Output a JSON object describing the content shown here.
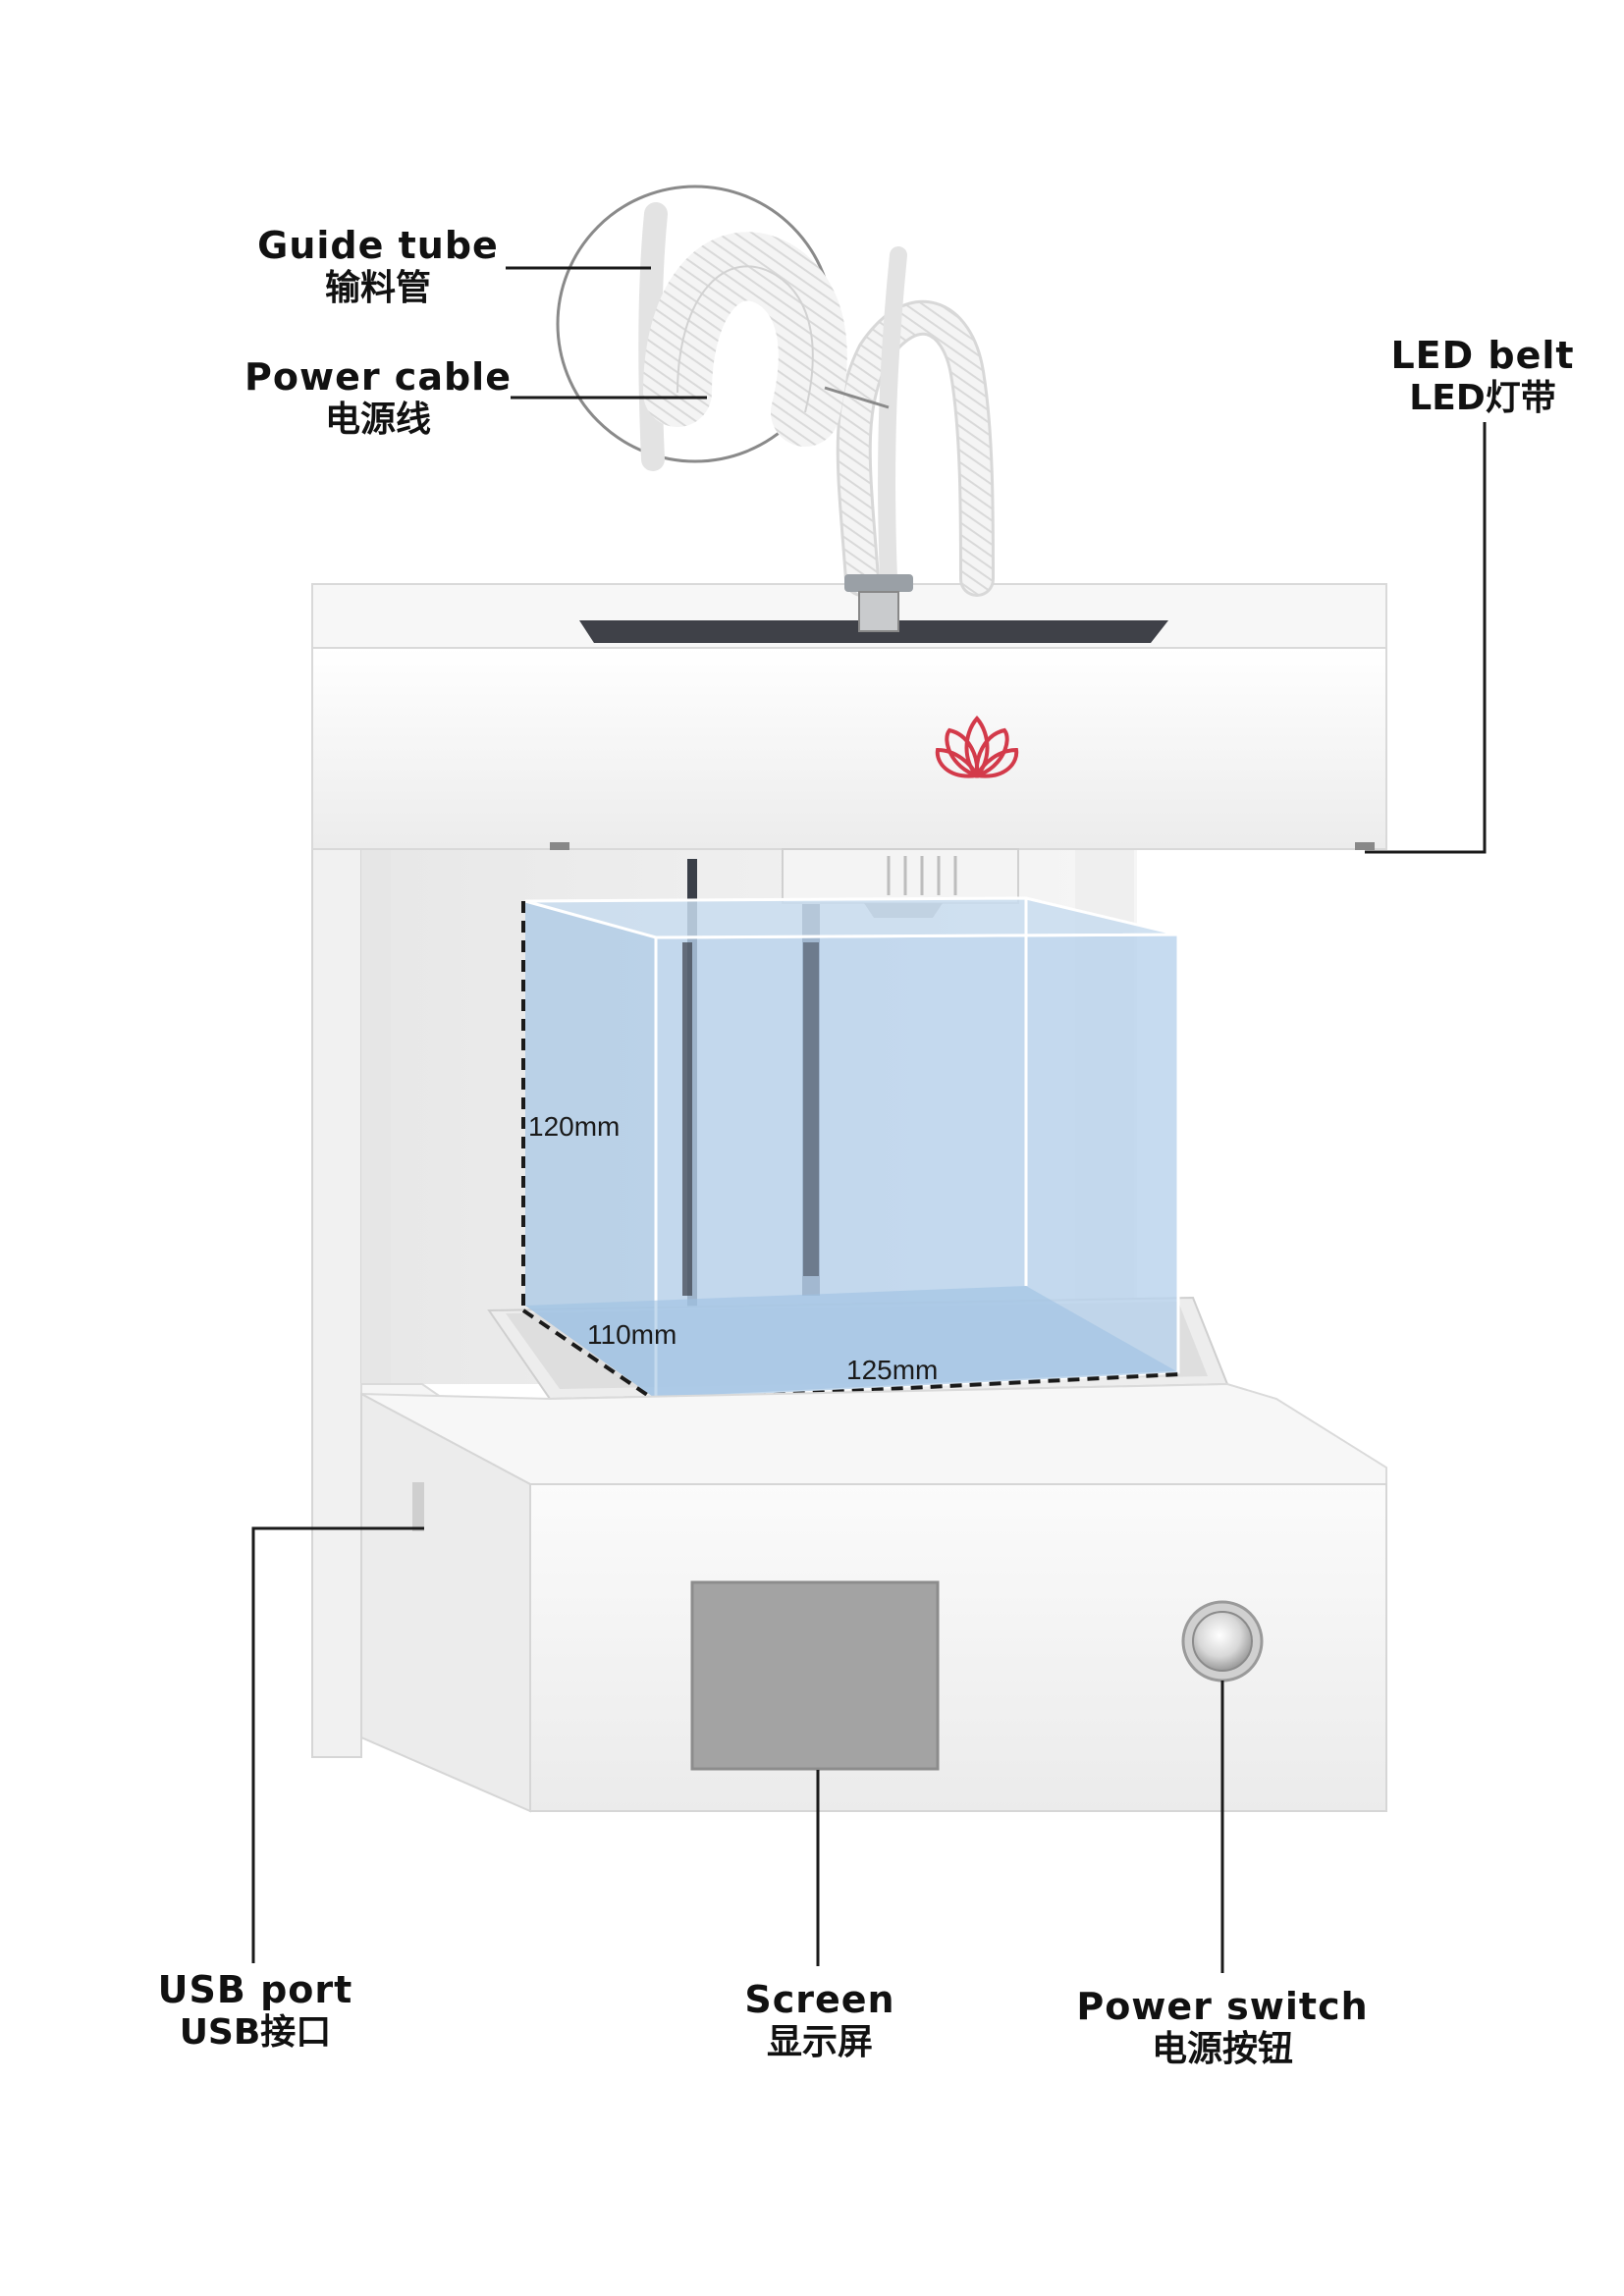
{
  "labels": {
    "guide_tube": {
      "en": "Guide tube",
      "zh": "输料管"
    },
    "power_cable": {
      "en": "Power cable",
      "zh": "电源线"
    },
    "led_belt": {
      "en": "LED belt",
      "zh": "LED灯带"
    },
    "usb_port": {
      "en": "USB port",
      "zh": "USB接口"
    },
    "screen": {
      "en": "Screen",
      "zh": "显示屏"
    },
    "power_switch": {
      "en": "Power switch",
      "zh": "电源按钮"
    }
  },
  "dimensions": {
    "height": "120mm",
    "depth": "110mm",
    "width": "125mm"
  },
  "colors": {
    "body": "#f3f3f3",
    "build_volume": "#a9c8e6",
    "logo": "#d33a4a",
    "screen": "#a3a3a3"
  },
  "icons": {
    "logo": "lotus-logo-icon"
  }
}
